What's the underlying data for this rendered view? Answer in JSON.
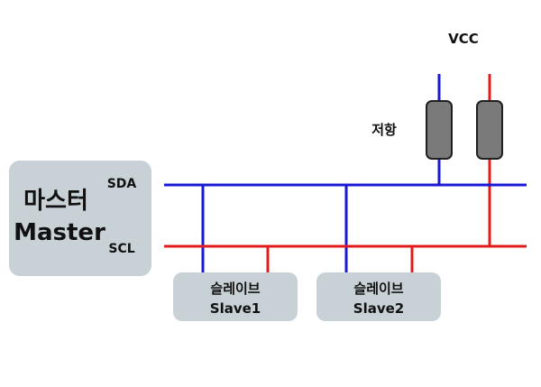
{
  "colors": {
    "sda_line": "#1a1ad6",
    "scl_line": "#e01c1c",
    "box_fill": "#c8d1d6",
    "resistor_fill": "#7a7a7a",
    "resistor_stroke": "#1f1f1f",
    "text": "#111111"
  },
  "master": {
    "label_kr": "마스터",
    "label_en": "Master",
    "sda_label": "SDA",
    "scl_label": "SCL"
  },
  "slaves": [
    {
      "label_kr": "슬레이브",
      "label_en": "Slave1"
    },
    {
      "label_kr": "슬레이브",
      "label_en": "Slave2"
    }
  ],
  "power": {
    "label": "VCC"
  },
  "resistor": {
    "label": "저항",
    "count": 2
  }
}
